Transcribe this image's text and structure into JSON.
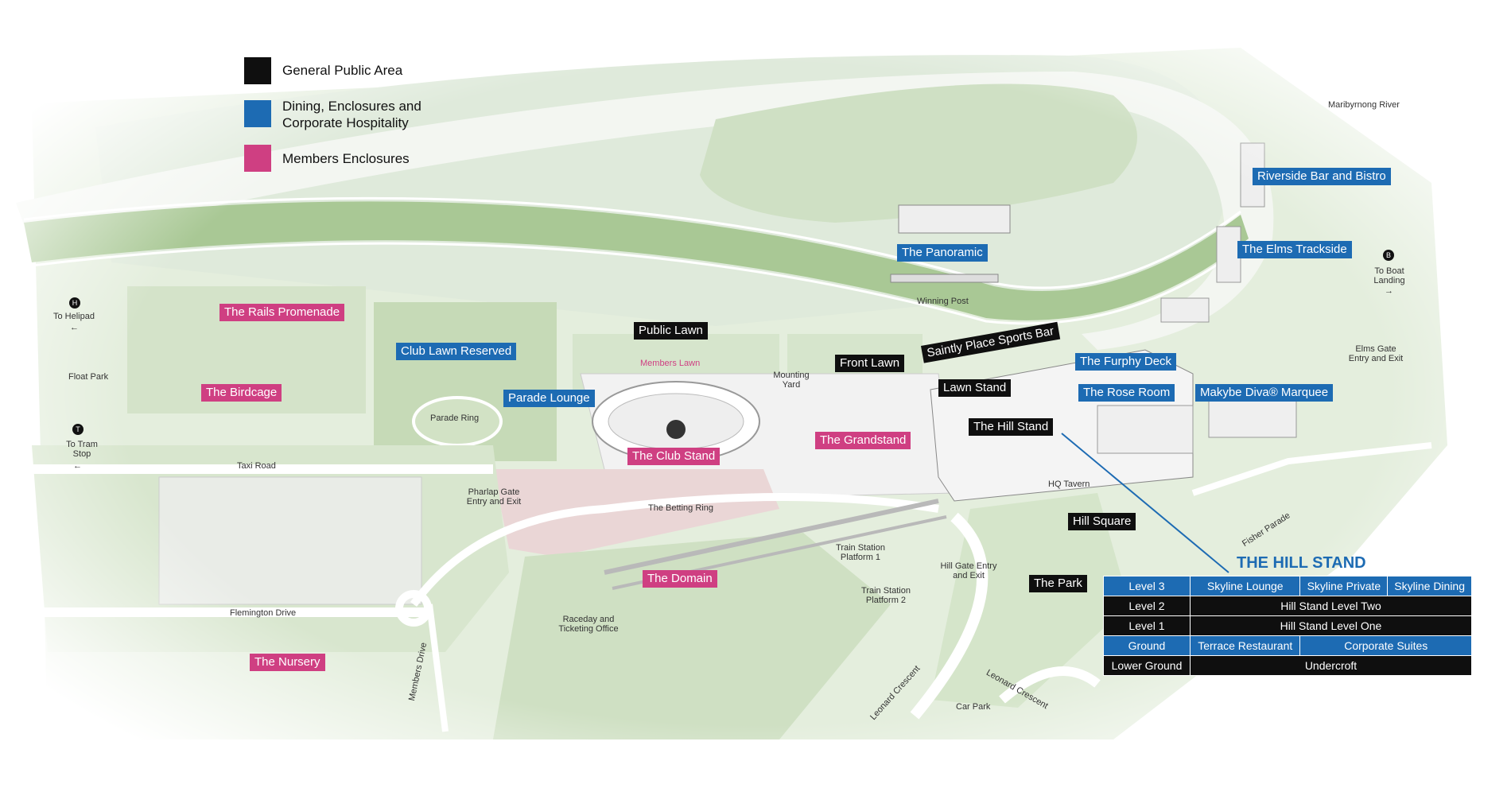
{
  "legend": [
    {
      "label": "General Public Area",
      "color": "#0f0f0f"
    },
    {
      "label": "Dining, Enclosures and Corporate Hospitality",
      "color": "#1d6bb3"
    },
    {
      "label": "Members Enclosures",
      "color": "#cf3f82"
    }
  ],
  "labels": {
    "rails_promenade": "The Rails Promenade",
    "birdcage": "The Birdcage",
    "club_lawn_reserved": "Club Lawn Reserved",
    "parade_lounge": "Parade Lounge",
    "public_lawn": "Public Lawn",
    "panoramic": "The Panoramic",
    "front_lawn": "Front Lawn",
    "saintly_place": "Saintly Place Sports Bar",
    "lawn_stand": "Lawn Stand",
    "hill_stand": "The Hill Stand",
    "club_stand": "The Club Stand",
    "grandstand": "The Grandstand",
    "furphy_deck": "The Furphy Deck",
    "rose_room": "The Rose Room",
    "makybe_diva": "Makybe Diva® Marquee",
    "riverside": "Riverside Bar and Bistro",
    "elms_trackside": "The Elms Trackside",
    "hill_square": "Hill Square",
    "the_park": "The Park",
    "the_domain": "The Domain",
    "the_nursery": "The Nursery"
  },
  "small_labels": {
    "maribyrnong": "Maribyrnong River",
    "to_helipad": "To Helipad",
    "float_park": "Float Park",
    "to_tram_stop": "To Tram Stop",
    "taxi_road": "Taxi Road",
    "parade_ring": "Parade Ring",
    "members_lawn": "Members Lawn",
    "mounting_yard": "Mounting Yard",
    "winning_post": "Winning Post",
    "phar_lap_gate": "Pharlap Gate Entry and Exit",
    "betting_ring": "The Betting Ring",
    "hq_tavern": "HQ Tavern",
    "train_platform_1": "Train Station Platform 1",
    "train_platform_2": "Train Station Platform 2",
    "hill_gate": "Hill Gate Entry and Exit",
    "elms_gate": "Elms Gate Entry and Exit",
    "to_boat_landing": "To Boat Landing",
    "flemington_drive": "Flemington Drive",
    "raceday_ticketing": "Raceday and Ticketing Office",
    "members_drive": "Members Drive",
    "leonard_crescent": "Leonard Crescent",
    "leonard_crescent_2": "Leonard Crescent",
    "car_park": "Car Park",
    "fisher_parade": "Fisher Parade"
  },
  "hill_stand_table": {
    "title": "THE HILL STAND",
    "rows": [
      {
        "level": "Level 3",
        "cells": [
          "Skyline Lounge",
          "Skyline Private",
          "Skyline Dining"
        ]
      },
      {
        "level": "Level 2",
        "cells": [
          "Hill Stand Level Two"
        ]
      },
      {
        "level": "Level 1",
        "cells": [
          "Hill Stand Level One"
        ]
      },
      {
        "level": "Ground",
        "cells": [
          "Terrace Restaurant",
          "Corporate Suites"
        ]
      },
      {
        "level": "Lower Ground",
        "cells": [
          "Undercroft"
        ]
      }
    ]
  },
  "colors": {
    "public": "#0f0f0f",
    "dining": "#1d6bb3",
    "members": "#cf3f82",
    "grass": "#c9dcbd",
    "track": "#9dbf8a"
  }
}
